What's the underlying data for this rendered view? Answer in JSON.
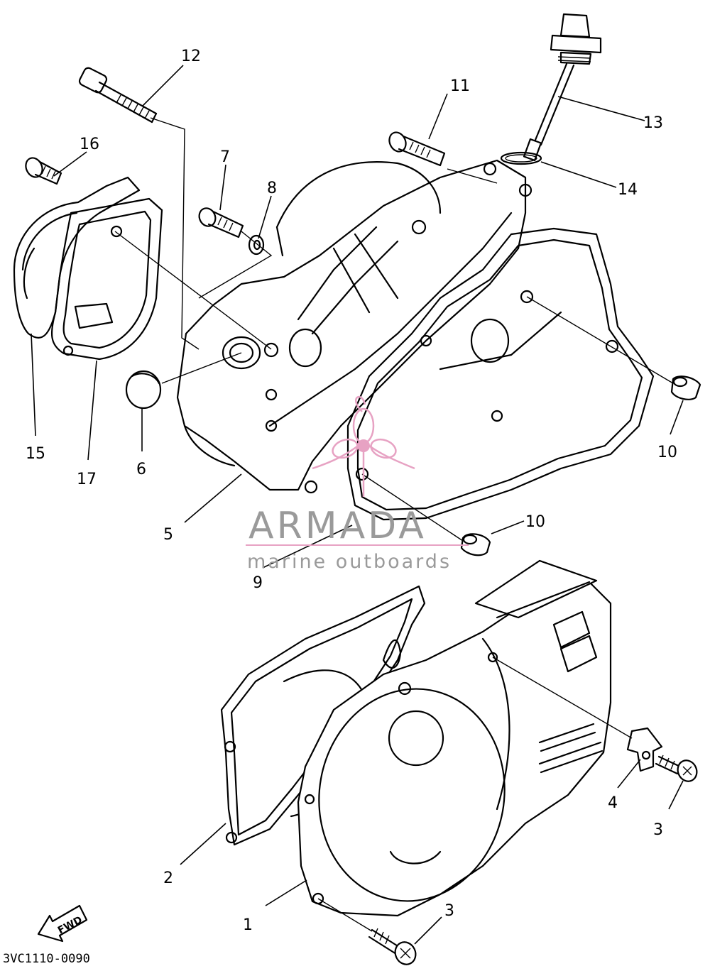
{
  "diagram": {
    "drawing_code": "3VC1110-0090",
    "direction_label": "FWD",
    "watermark": {
      "brand": "ARMADA",
      "tagline": "marine outboards",
      "accent_color": "#e7a2c3",
      "text_color": "#9a9a9a"
    },
    "callouts": {
      "c1": "1",
      "c2": "2",
      "c3a": "3",
      "c3b": "3",
      "c4": "4",
      "c5": "5",
      "c6": "6",
      "c7": "7",
      "c8": "8",
      "c9": "9",
      "c10a": "10",
      "c10b": "10",
      "c11": "11",
      "c12": "12",
      "c13": "13",
      "c14": "14",
      "c15": "15",
      "c16": "16",
      "c17": "17"
    }
  }
}
